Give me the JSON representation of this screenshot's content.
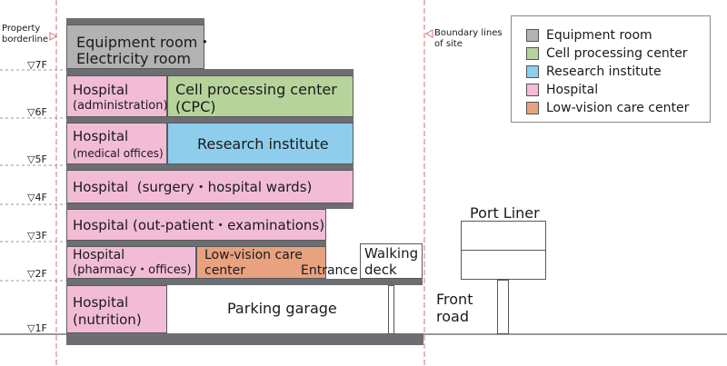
{
  "labels": {
    "property_borderline": [
      "Property",
      "borderline"
    ],
    "boundary_lines": [
      "Boundary lines",
      "of site"
    ],
    "floors": [
      "▽7F",
      "▽6F",
      "▽5F",
      "▽4F",
      "▽3F",
      "▽2F",
      "▽1F"
    ],
    "equipment_room": [
      "Equipment room・",
      "Electricity room"
    ],
    "hospital_admin": [
      "Hospital",
      "(administration)"
    ],
    "cpc": [
      "Cell processing center",
      "(CPC)"
    ],
    "hospital_medical": [
      "Hospital",
      "(medical offices)"
    ],
    "research_institute": "Research institute",
    "hospital_surgery": "Hospital  (surgery・hospital wards)",
    "hospital_outpatient": "Hospital (out-patient・examinations)",
    "hospital_pharmacy": [
      "Hospital",
      "(pharmacy・offices)"
    ],
    "low_vision": [
      "Low-vision care",
      "center"
    ],
    "entrance": "Entrance",
    "walking_deck": [
      "Walking",
      "deck"
    ],
    "hospital_nutrition": [
      "Hospital",
      "(nutrition)"
    ],
    "parking_garage": "Parking garage",
    "front_road": [
      "Front",
      "road"
    ],
    "port_liner": "Port Liner"
  },
  "legend": [
    {
      "label": "Equipment room",
      "color": "#b2b2b2"
    },
    {
      "label": "Cell processing center",
      "color": "#b5d39a"
    },
    {
      "label": "Research institute",
      "color": "#8fcdec"
    },
    {
      "label": "Hospital",
      "color": "#f2bcd6"
    },
    {
      "label": "Low-vision care center",
      "color": "#e8a27f"
    }
  ]
}
